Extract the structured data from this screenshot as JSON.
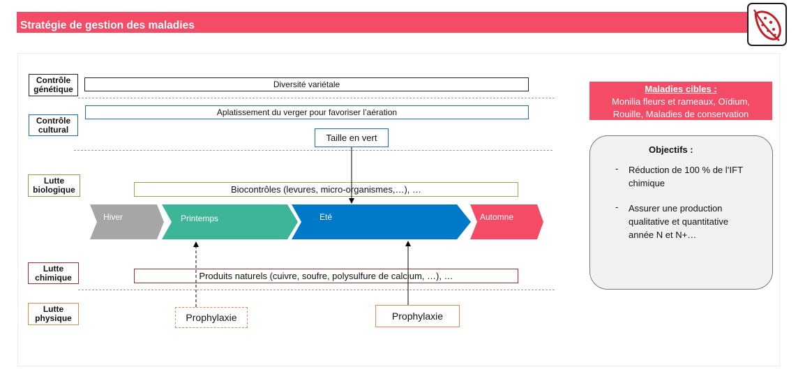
{
  "header": {
    "title": "Stratégie de gestion des maladies",
    "background_color": "#f44b66",
    "logo_icon": "diseased-leaf-icon"
  },
  "categories": {
    "genetique": "Contrôle génétique",
    "cultural": "Contrôle cultural",
    "biologique": "Lutte biologique",
    "chimique": "Lutte chimique",
    "physique": "Lutte physique"
  },
  "bars": {
    "diversite": "Diversité variétale",
    "aplatissement": "Aplatissement du verger pour favoriser l’aération",
    "taille": "Taille en vert",
    "biocontroles": "Biocontrôles (levures, micro-organismes,…), …",
    "produits": "Produits naturels (cuivre, soufre, polysulfure de calcium, …), …"
  },
  "seasons": [
    {
      "label": "Hiver",
      "color": "#a6a6a6"
    },
    {
      "label": "Printemps",
      "color": "#3cb598"
    },
    {
      "label": "Eté",
      "color": "#0079c9"
    },
    {
      "label": "Automne",
      "color": "#f44b66"
    }
  ],
  "prophylaxie": {
    "left": "Prophylaxie",
    "right": "Prophylaxie"
  },
  "maladies": {
    "title": "Maladies cibles :",
    "text": "Monilia fleurs et rameaux, Oïdium, Rouille, Maladies de conservation"
  },
  "objectifs": {
    "title": "Objectifs :",
    "items": [
      "Réduction de 100 % de l’IFT chimique",
      "Assurer une production qualitative et quantitative année N et N+…"
    ]
  }
}
